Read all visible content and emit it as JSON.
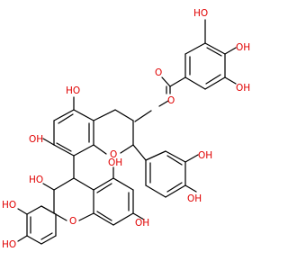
{
  "molecule": {
    "atom_labels": {
      "oh_top_left": "HO",
      "oh_top_mid": "OH",
      "oh_right_top": "OH",
      "ester_o_carbonyl": "O",
      "ester_o_link": "O",
      "oh_ring1_left": "HO",
      "oh_ring1_lower": "OH",
      "ring_o_upper": "O",
      "oh_catechol1_a": "OH",
      "oh_catechol1_b": "OH",
      "oh_lower_mid": "HO",
      "oh_lower_right": "OH",
      "oh_catechol2_a": "HO",
      "oh_catechol2_b": "HO",
      "ring_o_lower": "O",
      "oh_lower_ring": "OH"
    },
    "colors": {
      "bond": "#000000",
      "heteroatom": "#e00000"
    }
  }
}
